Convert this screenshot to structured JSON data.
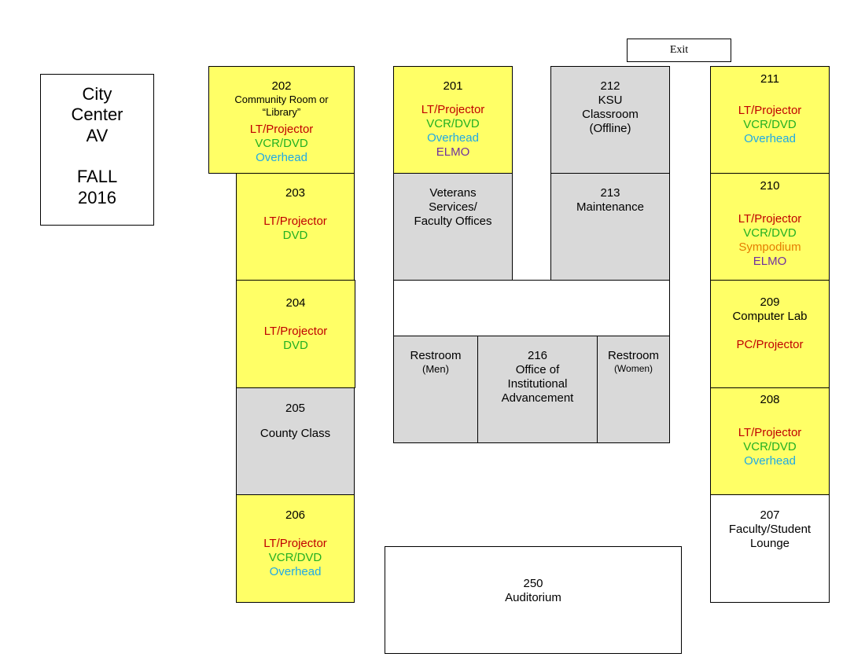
{
  "title": {
    "line1": "City",
    "line2": "Center",
    "line3": "AV",
    "line4": "FALL",
    "line5": "2016"
  },
  "exit_label": "Exit",
  "rooms": {
    "r202": {
      "number": "202",
      "name1": "Community Room or",
      "name2": "“Library”",
      "equipment": [
        "LT/Projector",
        "VCR/DVD",
        "Overhead"
      ]
    },
    "r203": {
      "number": "203",
      "equipment": [
        "LT/Projector",
        "DVD"
      ]
    },
    "r204": {
      "number": "204",
      "equipment": [
        "LT/Projector",
        "DVD"
      ]
    },
    "r205": {
      "number": "205",
      "name": "County Class"
    },
    "r206": {
      "number": "206",
      "equipment": [
        "LT/Projector",
        "VCR/DVD",
        "Overhead"
      ]
    },
    "r201": {
      "number": "201",
      "equipment": [
        "LT/Projector",
        "VCR/DVD",
        "Overhead",
        "ELMO"
      ]
    },
    "r212": {
      "number": "212",
      "name1": "KSU",
      "name2": "Classroom",
      "name3": "(Offline)"
    },
    "veterans": {
      "name1": "Veterans",
      "name2": "Services/",
      "name3": "Faculty Offices"
    },
    "r213": {
      "number": "213",
      "name": "Maintenance"
    },
    "restroom_men": {
      "name": "Restroom",
      "sub": "(Men)"
    },
    "r216": {
      "number": "216",
      "name1": "Office of",
      "name2": "Institutional",
      "name3": "Advancement"
    },
    "restroom_women": {
      "name": "Restroom",
      "sub": "(Women)"
    },
    "r211": {
      "number": "211",
      "equipment": [
        "LT/Projector",
        "VCR/DVD",
        "Overhead"
      ]
    },
    "r210": {
      "number": "210",
      "equipment": [
        "LT/Projector",
        "VCR/DVD",
        "Sympodium",
        "ELMO"
      ]
    },
    "r209": {
      "number": "209",
      "name": "Computer Lab",
      "equipment": [
        "PC/Projector"
      ]
    },
    "r208": {
      "number": "208",
      "equipment": [
        "LT/Projector",
        "VCR/DVD",
        "Overhead"
      ]
    },
    "r207": {
      "number": "207",
      "name1": "Faculty/Student",
      "name2": "Lounge"
    },
    "r250": {
      "number": "250",
      "name": "Auditorium"
    }
  },
  "colors": {
    "room_fill_av": "#ffff66",
    "room_fill_other": "#d9d9d9",
    "lt_projector": "#c00000",
    "vcr_dvd": "#22b022",
    "overhead": "#1fa9e6",
    "elmo": "#7030a0",
    "sympodium": "#e57c00"
  }
}
